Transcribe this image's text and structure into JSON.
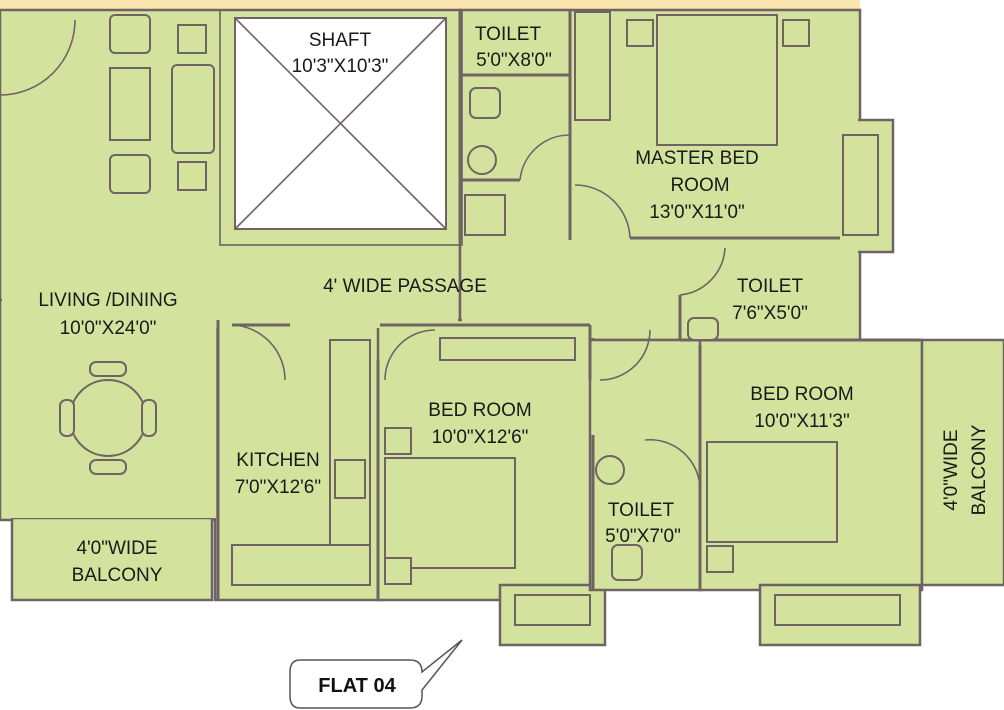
{
  "title": "FLAT 04",
  "colors": {
    "floor": "#d3e39e",
    "wall": "#6f6363",
    "shaft": "#ffffff",
    "top_strip": "#fbe6b0"
  },
  "rooms": {
    "shaft": {
      "name": "SHAFT",
      "size": "10'3\"X10'3\""
    },
    "toilet_top": {
      "name": "TOILET",
      "size": "5'0\"X8'0\""
    },
    "master_bed": {
      "name_line1": "MASTER BED",
      "name_line2": "ROOM",
      "size": "13'0\"X11'0\""
    },
    "passage": {
      "name": "4' WIDE PASSAGE"
    },
    "living": {
      "name": "LIVING /DINING",
      "size": "10'0\"X24'0\""
    },
    "toilet_master": {
      "name": "TOILET",
      "size": "7'6\"X5'0\""
    },
    "bed_room_1": {
      "name": "BED ROOM",
      "size": "10'0\"X12'6\""
    },
    "bed_room_2": {
      "name": "BED ROOM",
      "size": "10'0\"X11'3\""
    },
    "kitchen": {
      "name": "KITCHEN",
      "size": "7'0\"X12'6\""
    },
    "toilet_bed": {
      "name": "TOILET",
      "size": "5'0\"X7'0\""
    },
    "balcony_left": {
      "line1": "4'0\"WIDE",
      "line2": "BALCONY"
    },
    "balcony_right": {
      "line1": "4'0\"WIDE",
      "line2": "BALCONY"
    }
  }
}
